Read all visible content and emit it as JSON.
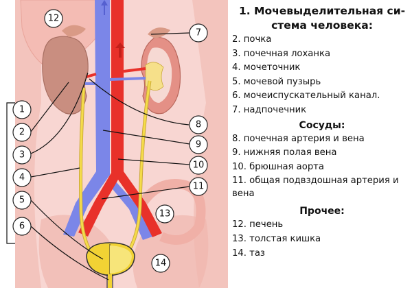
{
  "legend": {
    "title_line1": "1. Мочевыделительная си-",
    "title_line2": "стема человека:",
    "items_a": [
      "2. почка",
      "3. почечная лоханка",
      "4. мочеточник",
      "5. мочевой пузырь",
      "6. мочеиспускательный канал.",
      "7. надпочечник"
    ],
    "vessels_heading": "Сосуды:",
    "items_b": [
      "8. почечная артерия и вена",
      "9. нижняя полая вена",
      "10. брюшная аорта",
      "11. общая подвздошная артерия и вена"
    ],
    "other_heading": "Прочее:",
    "items_c": [
      "12. печень",
      "13. толстая кишка",
      "14. таз"
    ]
  },
  "callouts": [
    "1",
    "2",
    "3",
    "4",
    "5",
    "6",
    "7",
    "8",
    "9",
    "10",
    "11",
    "12",
    "13",
    "14"
  ],
  "colors": {
    "artery": "#e8312a",
    "vein": "#7a84e6",
    "ureter": "#f2d234",
    "kidney": "#c98e80",
    "body_bg": "#f7d4d0",
    "liver": "#f3b8b0"
  }
}
